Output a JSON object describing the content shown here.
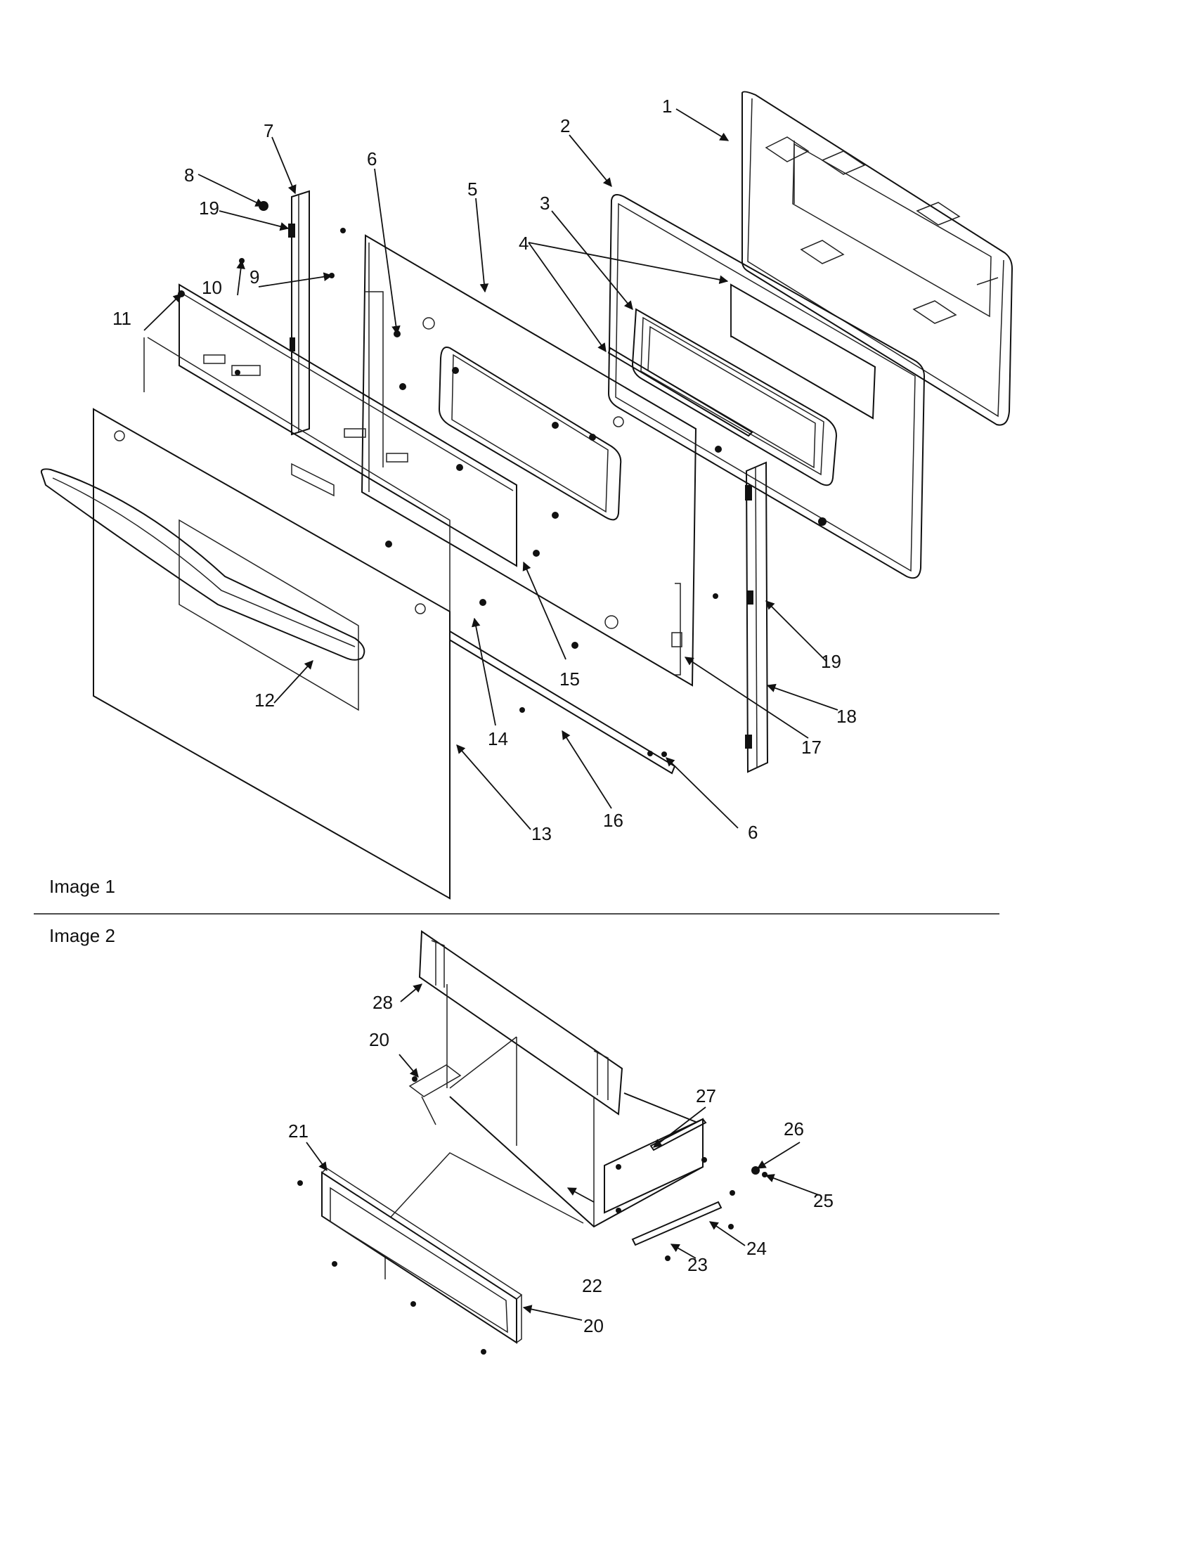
{
  "captions": {
    "image1": "Image 1",
    "image2": "Image 2"
  },
  "labels": {
    "p1": "1",
    "p2": "2",
    "p3": "3",
    "p4": "4",
    "p5": "5",
    "p6a": "6",
    "p6b": "6",
    "p7": "7",
    "p8": "8",
    "p9": "9",
    "p10": "10",
    "p11": "11",
    "p12": "12",
    "p13": "13",
    "p14": "14",
    "p15": "15",
    "p16": "16",
    "p17": "17",
    "p18": "18",
    "p19a": "19",
    "p19b": "19",
    "p20a": "20",
    "p20b": "20",
    "p21": "21",
    "p22": "22",
    "p23": "23",
    "p24": "24",
    "p25": "25",
    "p26": "26",
    "p27": "27",
    "p28": "28"
  }
}
